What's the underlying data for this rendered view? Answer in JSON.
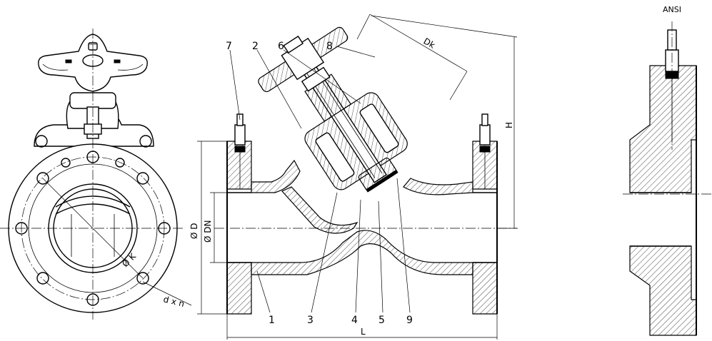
{
  "title": "ANSI",
  "part_numbers": [
    "1",
    "2",
    "3",
    "4",
    "5",
    "6",
    "7",
    "8",
    "9"
  ],
  "dimensions": {
    "diameter_d": "Ø D",
    "diameter_dn": "Ø DN",
    "diameter_k": "Ø K",
    "bolt_holes": "d x n",
    "length": "L",
    "height": "H",
    "handwheel": "Dk"
  }
}
